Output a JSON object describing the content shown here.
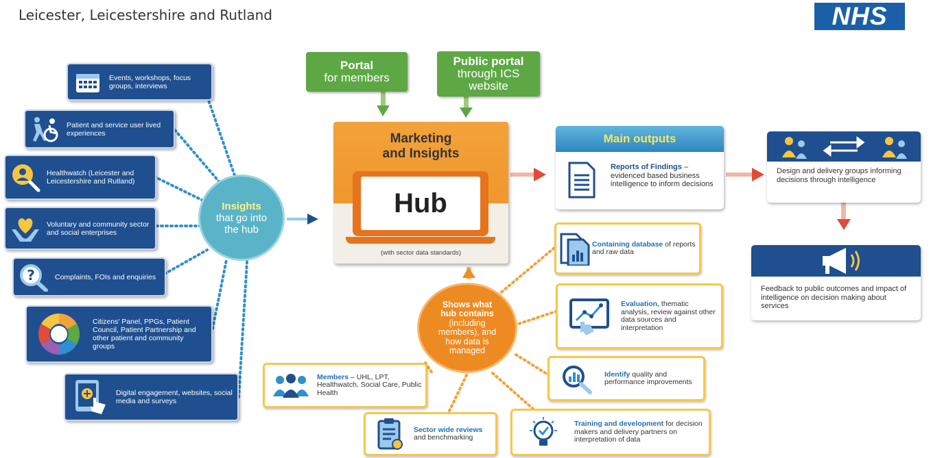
{
  "header": {
    "region": "Leicester, Leicestershire and Rutland",
    "logo": "NHS"
  },
  "colors": {
    "navy": "#1f4f8e",
    "green": "#5da844",
    "orange": "#ee8f22",
    "teal": "#5ab4c8",
    "yellow": "#f4c84a",
    "nhs_blue": "#1b5fa8"
  },
  "sources": [
    {
      "text": "Events, workshops, focus groups, interviews",
      "icon": "calendar-icon"
    },
    {
      "text": "Patient and service user lived experiences",
      "icon": "wheelchair-icon"
    },
    {
      "text": "Healthwatch (Leicester and Leicestershire and Rutland)",
      "icon": "person-magnifier-icon"
    },
    {
      "text": "Voluntary and community sector and social enterprises",
      "icon": "heart-hands-icon"
    },
    {
      "text": "Complaints, FOIs and enquiries",
      "icon": "question-magnifier-icon"
    },
    {
      "text": "Citizens' Panel, PPGs, Patient Council, Patient Partnership and other patient and community groups",
      "icon": "community-circle-icon"
    },
    {
      "text": "Digital engagement, websites, social media and surveys",
      "icon": "tablet-touch-icon"
    }
  ],
  "insights": {
    "line1": "Insights",
    "line2": "that go into",
    "line3": "the hub"
  },
  "portals": {
    "members": {
      "line1": "Portal",
      "line2": "for members"
    },
    "public": {
      "line1": "Public portal",
      "line2": "through ICS",
      "line3": "website"
    }
  },
  "hub": {
    "title1": "Marketing",
    "title2": "and Insights",
    "name": "Hub",
    "note": "(with sector data standards)"
  },
  "main_outputs": {
    "title": "Main outputs",
    "item_title": "Reports of Findings",
    "item_text": " – evidenced based business intelligence to inform decisions"
  },
  "design_groups": {
    "text": "Design and delivery groups informing decisions through intelligence"
  },
  "feedback": {
    "text": "Feedback to public outcomes and impact of intelligence on decision making about services"
  },
  "shows": {
    "line1": "Shows what",
    "line2": "hub contains",
    "line3": "(including",
    "line4": "members), and",
    "line5": "how data is",
    "line6": "managed"
  },
  "contents": [
    {
      "title": "Containing database",
      "text": " of reports and raw data",
      "icon": "database-document-icon"
    },
    {
      "title": "Evaluation,",
      "text": " thematic analysis, review against other data sources and interpretation",
      "icon": "analysis-chart-icon"
    },
    {
      "title": "Identify",
      "text": " quality and performance improvements",
      "icon": "magnifier-chart-icon"
    },
    {
      "title": "Training and development",
      "text": " for decision makers and delivery partners on interpretation of data",
      "icon": "lightbulb-icon"
    },
    {
      "title": "Sector wide reviews",
      "text": " and benchmarking",
      "icon": "clipboard-icon"
    },
    {
      "title": "Members",
      "text": " – UHL, LPT, Healthwatch, Social Care, Public Health",
      "icon": "people-group-icon"
    }
  ]
}
